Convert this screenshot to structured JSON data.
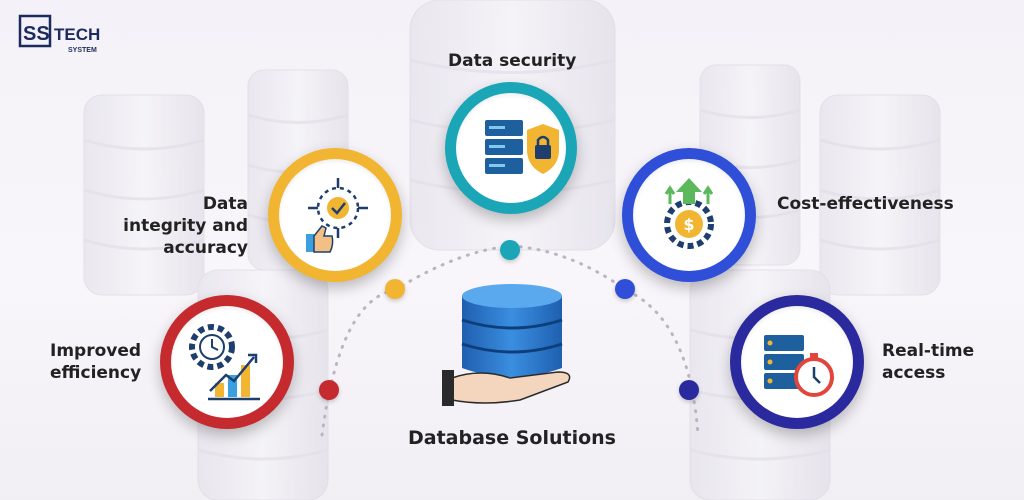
{
  "logo": {
    "mark": "SS",
    "word": "TECH",
    "sub": "SYSTEM"
  },
  "title": "Database Solutions",
  "items": [
    {
      "label": "Data security",
      "color": "#1aa6b7",
      "icon": "server-lock-icon"
    },
    {
      "label": "Data integrity and accuracy",
      "color": "#f2b531",
      "icon": "target-check-thumbsup-icon"
    },
    {
      "label": "Cost-effectiveness",
      "color": "#2f4fd8",
      "icon": "dollar-gear-arrows-icon"
    },
    {
      "label": "Improved efficiency",
      "color": "#c52a2e",
      "icon": "gear-clock-growth-chart-icon"
    },
    {
      "label": "Real-time access",
      "color": "#2a2a9e",
      "icon": "server-stopwatch-icon"
    }
  ],
  "center_icon": "database-hand-icon"
}
